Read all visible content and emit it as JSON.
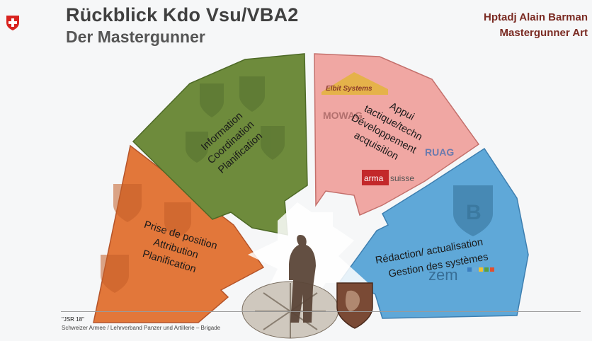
{
  "header": {
    "title": "Rückblick Kdo Vsu/VBA2",
    "subtitle": "Der Mastergunner",
    "author_line1": "Hptadj Alain Barman",
    "author_line2": "Mastergunner Art"
  },
  "segments": {
    "orange": {
      "lines": [
        "Prise de position",
        "Attribution",
        "Planification"
      ],
      "color": "#e2773a"
    },
    "green": {
      "lines": [
        "Information",
        "Coordination",
        "Planification"
      ],
      "color": "#6e8b3c"
    },
    "pink": {
      "lines": [
        "Appui",
        "tactique/techn",
        "Développement",
        "acquisition"
      ],
      "color": "#f0a7a3"
    },
    "blue": {
      "lines": [
        "Rédaction/ actualisation",
        "Gestion des systèmes"
      ],
      "color": "#5fa8d8"
    }
  },
  "logos": {
    "elbit": "Elbit Systems",
    "mowag": "MOWAG",
    "ruag": "RUAG",
    "armasuisse_a": "arma",
    "armasuisse_b": "suisse",
    "zem": "zem"
  },
  "footer": {
    "line1": "\"JSR 18\"",
    "line2": "Schweizer Armee / Lehrverband Panzer und Artillerie – Brigade"
  }
}
